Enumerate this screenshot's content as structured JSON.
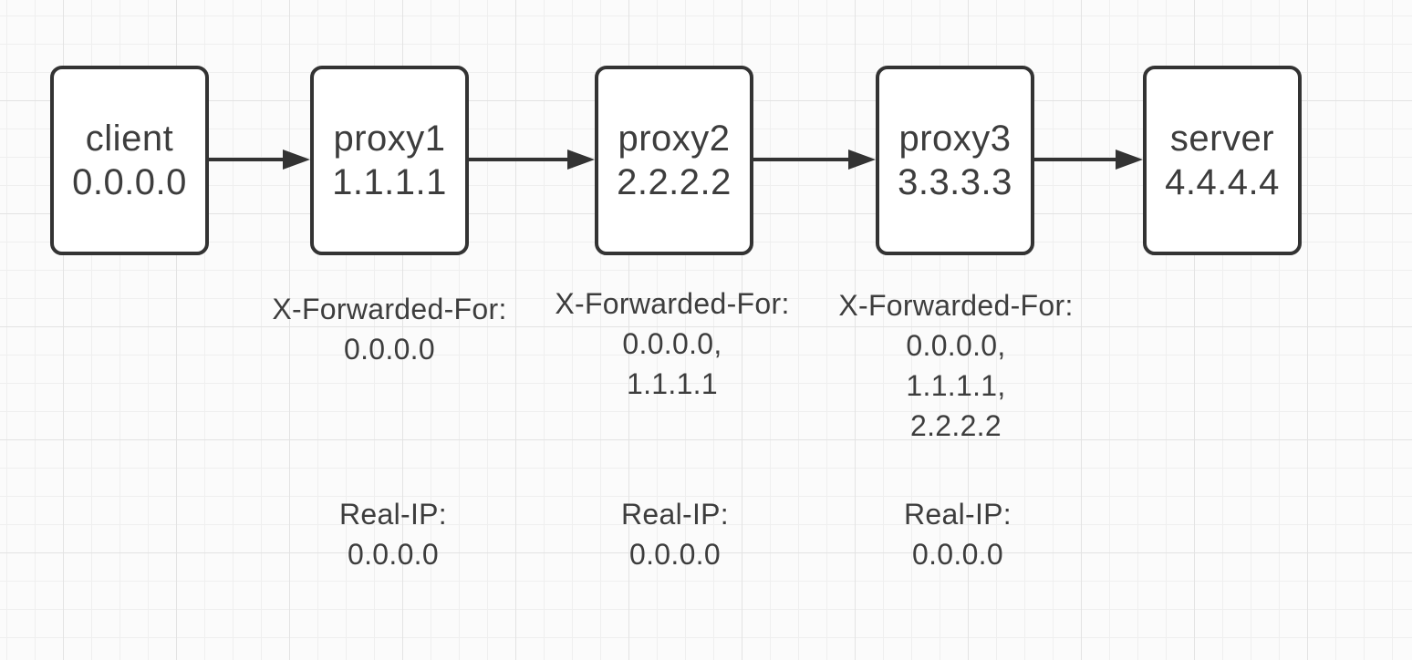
{
  "diagram": {
    "type": "flow",
    "nodes": [
      {
        "id": "client",
        "label": "client",
        "ip": "0.0.0.0"
      },
      {
        "id": "proxy1",
        "label": "proxy1",
        "ip": "1.1.1.1"
      },
      {
        "id": "proxy2",
        "label": "proxy2",
        "ip": "2.2.2.2"
      },
      {
        "id": "proxy3",
        "label": "proxy3",
        "ip": "3.3.3.3"
      },
      {
        "id": "server",
        "label": "server",
        "ip": "4.4.4.4"
      }
    ],
    "edges": [
      {
        "from": "client",
        "to": "proxy1"
      },
      {
        "from": "proxy1",
        "to": "proxy2"
      },
      {
        "from": "proxy2",
        "to": "proxy3"
      },
      {
        "from": "proxy3",
        "to": "server"
      }
    ],
    "xff_annotations": [
      {
        "under": "proxy1",
        "lines": [
          "X-Forwarded-For:",
          "0.0.0.0"
        ]
      },
      {
        "under": "proxy2",
        "lines": [
          "X-Forwarded-For:",
          "0.0.0.0,",
          "1.1.1.1"
        ]
      },
      {
        "under": "proxy3",
        "lines": [
          "X-Forwarded-For:",
          "0.0.0.0,",
          "1.1.1.1,",
          "2.2.2.2"
        ]
      }
    ],
    "real_ip_annotations": [
      {
        "under": "proxy1",
        "lines": [
          "Real-IP:",
          "0.0.0.0"
        ]
      },
      {
        "under": "proxy2",
        "lines": [
          "Real-IP:",
          "0.0.0.0"
        ]
      },
      {
        "under": "proxy3",
        "lines": [
          "Real-IP:",
          "0.0.0.0"
        ]
      }
    ],
    "colors": {
      "stroke": "#333333",
      "text": "#3d3d3d",
      "node_fill": "#ffffff",
      "background": "#fbfbfb",
      "grid_minor": "#efefef",
      "grid_major": "#e3e3e3"
    }
  }
}
